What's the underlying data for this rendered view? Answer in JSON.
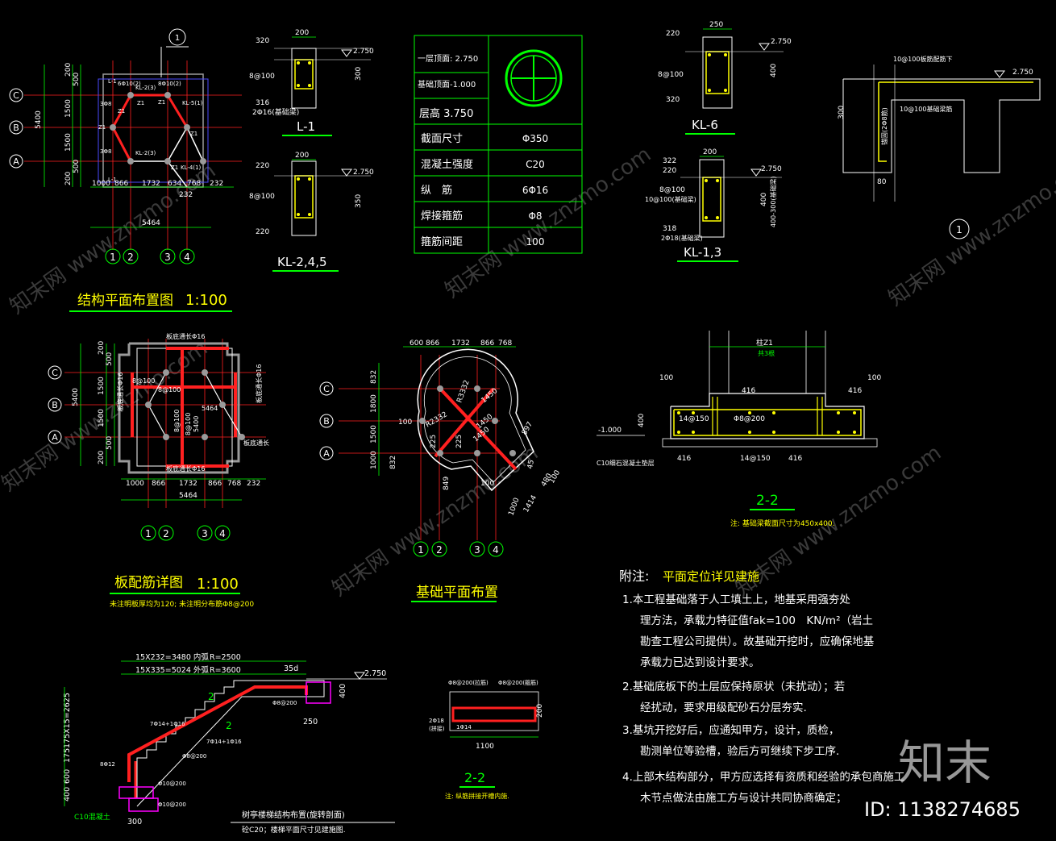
{
  "colors": {
    "bg": "#000000",
    "white": "#ffffff",
    "green": "#00ff00",
    "yellow": "#ffff00",
    "red": "#ff2020",
    "magenta": "#ff00ff",
    "cyan": "#00ffff",
    "gray": "#9a9a9a",
    "blue": "#4a4aff",
    "darkred": "#c00000"
  },
  "plan1": {
    "title": "结构平面布置图",
    "scale": "1:100",
    "axes_letters": [
      "C",
      "B",
      "A"
    ],
    "axes_nums": [
      "1",
      "2",
      "3",
      "4"
    ],
    "left_dims": [
      "200",
      "500",
      "1500",
      "1500",
      "500",
      "200"
    ],
    "total_left": "5400",
    "bottom_dims": [
      "1000",
      "866",
      "1732",
      "634",
      "768",
      "232"
    ],
    "extra_232": "232",
    "total_bottom": "5464",
    "marker": "1",
    "labels": [
      "Z1",
      "Z1",
      "Z1",
      "Z1",
      "Z1",
      "Z1",
      "6Φ10(2)",
      "8Φ10(2)",
      "3Φ8",
      "3Φ8",
      "L-1",
      "L-1",
      "KL-2(3)",
      "KL-2(3)",
      "KL-5(1)",
      "KL-4(1)"
    ]
  },
  "l1": {
    "name": "L-1",
    "w": "200",
    "left_top": "320",
    "stirrup": "8@100",
    "h": "300",
    "bot1": "316",
    "bot2": "2Φ16(基础梁)",
    "elev": "2.750"
  },
  "kl245": {
    "name": "KL-2,4,5",
    "w": "200",
    "left_top": "220",
    "stirrup": "8@100",
    "h": "350",
    "bot1": "220",
    "elev": "2.750"
  },
  "column_table": {
    "rows": [
      [
        "一层顶面: 2.750",
        ""
      ],
      [
        "基础顶面-1.000",
        ""
      ],
      [
        "层高 3.750",
        ""
      ],
      [
        "截面尺寸",
        "Φ350"
      ],
      [
        "混凝土强度",
        "C20"
      ],
      [
        "纵　筋",
        "6Φ16"
      ],
      [
        "焊接箍筋",
        "Φ8"
      ],
      [
        "箍筋间距",
        "100"
      ]
    ]
  },
  "kl6": {
    "name": "KL-6",
    "w": "250",
    "left_top": "220",
    "stirrup": "8@100",
    "h": "400",
    "bot": "320",
    "elev": "2.750"
  },
  "kl13": {
    "name": "KL-1,3",
    "w": "200",
    "top1": "322",
    "top2": "220",
    "stirrup1": "8@100",
    "stirrup2": "10@100(基础梁)",
    "h1": "400",
    "h2": "400-300(基础梁)",
    "bot1": "318",
    "bot2": "2Φ18(基础梁)",
    "elev": "2.750"
  },
  "section1": {
    "top_bar": "10@100板筋配筋下",
    "inner": "10@100基础梁筋",
    "side": "锚固(2Φ8筋)",
    "elev": "2.750",
    "h": "300",
    "bot": "80",
    "marker": "1"
  },
  "plan2": {
    "title": "板配筋详图",
    "scale": "1:100",
    "note": "未注明板厚均为120; 未注明分布筋Φ8@200",
    "axes_letters": [
      "C",
      "B",
      "A"
    ],
    "axes_nums": [
      "1",
      "2",
      "3",
      "4"
    ],
    "left_dims": [
      "200",
      "500",
      "1500",
      "1500",
      "500",
      "200"
    ],
    "total_left": "5400",
    "bottom_dims": [
      "1000",
      "866",
      "1732",
      "866",
      "768",
      "232"
    ],
    "total_bottom": "5464",
    "labels": [
      "板底通长Φ16",
      "板底通长Φ16",
      "板底通长Φ16",
      "板底通长Φ16",
      "8@100",
      "8@100",
      "8@100",
      "8@100",
      "5400",
      "5464",
      "板底通长"
    ]
  },
  "plan3": {
    "title": "基础平面布置",
    "axes_letters": [
      "C",
      "B",
      "A"
    ],
    "axes_nums": [
      "1",
      "2",
      "3",
      "4"
    ],
    "top_dims": [
      "600",
      "866",
      "1732",
      "866",
      "768"
    ],
    "left_dims": [
      "832",
      "1800",
      "1500",
      "1000",
      "832"
    ],
    "labels": [
      "R3332",
      "R2332",
      "1450",
      "1450",
      "1450",
      "100",
      "225",
      "225",
      "849",
      "1000",
      "100",
      "1414",
      "480",
      "100",
      "897",
      "45"
    ]
  },
  "sec22a": {
    "name": "2-2",
    "col": "柱Z1",
    "col2": "共3根",
    "d100a": "100",
    "d100b": "100",
    "d416a": "416",
    "d416b": "416",
    "bar1": "14@150",
    "bar2": "Φ8@200",
    "h": "400",
    "elev": "-1.000",
    "cushion": "C10细石混凝土垫层",
    "bot1": "416",
    "bot2": "14@150",
    "bot3": "416",
    "note": "注: 基础梁截面尺寸为450x400."
  },
  "notes": {
    "heading": "附注: ",
    "heading2": "平面定位详见建施",
    "lines": [
      "1.本工程基础落于人工填土上，地基采用强夯处",
      "理方法，承载力特征值fak=100　KN/m²（岩土",
      "勘查工程公司提供）。故基础开挖时，应确保地基",
      "承载力已达到设计要求。",
      "2.基础底板下的土层应保持原状（未扰动）；若",
      "经扰动，要求用级配砂石分层夯实.",
      "3.基坑开挖好后，应通知甲方，设计，质检，",
      "勘测单位等验槽，验后方可继续下步工序.",
      "4.上部木结构部分，甲方应选择有资质和经验的承包商施工",
      "木节点做法由施工方与设计共同协商确定；"
    ]
  },
  "stair": {
    "dim1": "15X232=3480 内弧",
    "dim1b": "R=2500",
    "dim2": "15X335=5024 外弧",
    "dim2b": "R=3600",
    "left": "175X15=2625",
    "l2": "175",
    "l3": "600",
    "l4": "400",
    "dim35d": "35d",
    "dim250": "250",
    "dim400": "400",
    "dim300": "300",
    "elev": "2.750",
    "labels": [
      "7Φ14+1Φ16",
      "7Φ14+1Φ16",
      "Φ8@200",
      "Φ8@200",
      "8Φ12",
      "Φ10@200",
      "Φ10@200",
      "C10混凝土",
      "2",
      "2"
    ],
    "title": "树亭楼梯结构布置(旋转剖面)",
    "note": "砼C20；楼梯平面尺寸见建施图."
  },
  "sec22b": {
    "name": "2-2",
    "t1": "Φ8@200(拉筋)",
    "t2": "Φ8@200(箍筋)",
    "left1": "2Φ18",
    "left2": "(拼接)",
    "bot": "1Φ14",
    "w": "1100",
    "h": "200",
    "note": "注: 纵筋拼接开槽内施."
  },
  "watermarks": [
    "知末网 www.znzmo.com",
    "知末网 www.znzmo.com",
    "知末网 www.znzmo.com",
    "知末网 www.znzmo.com",
    "知末网 www.znzmo.com",
    "知末网 www.znzmo.com"
  ],
  "brand": {
    "logo": "知末",
    "id": "ID: 1138274685"
  }
}
